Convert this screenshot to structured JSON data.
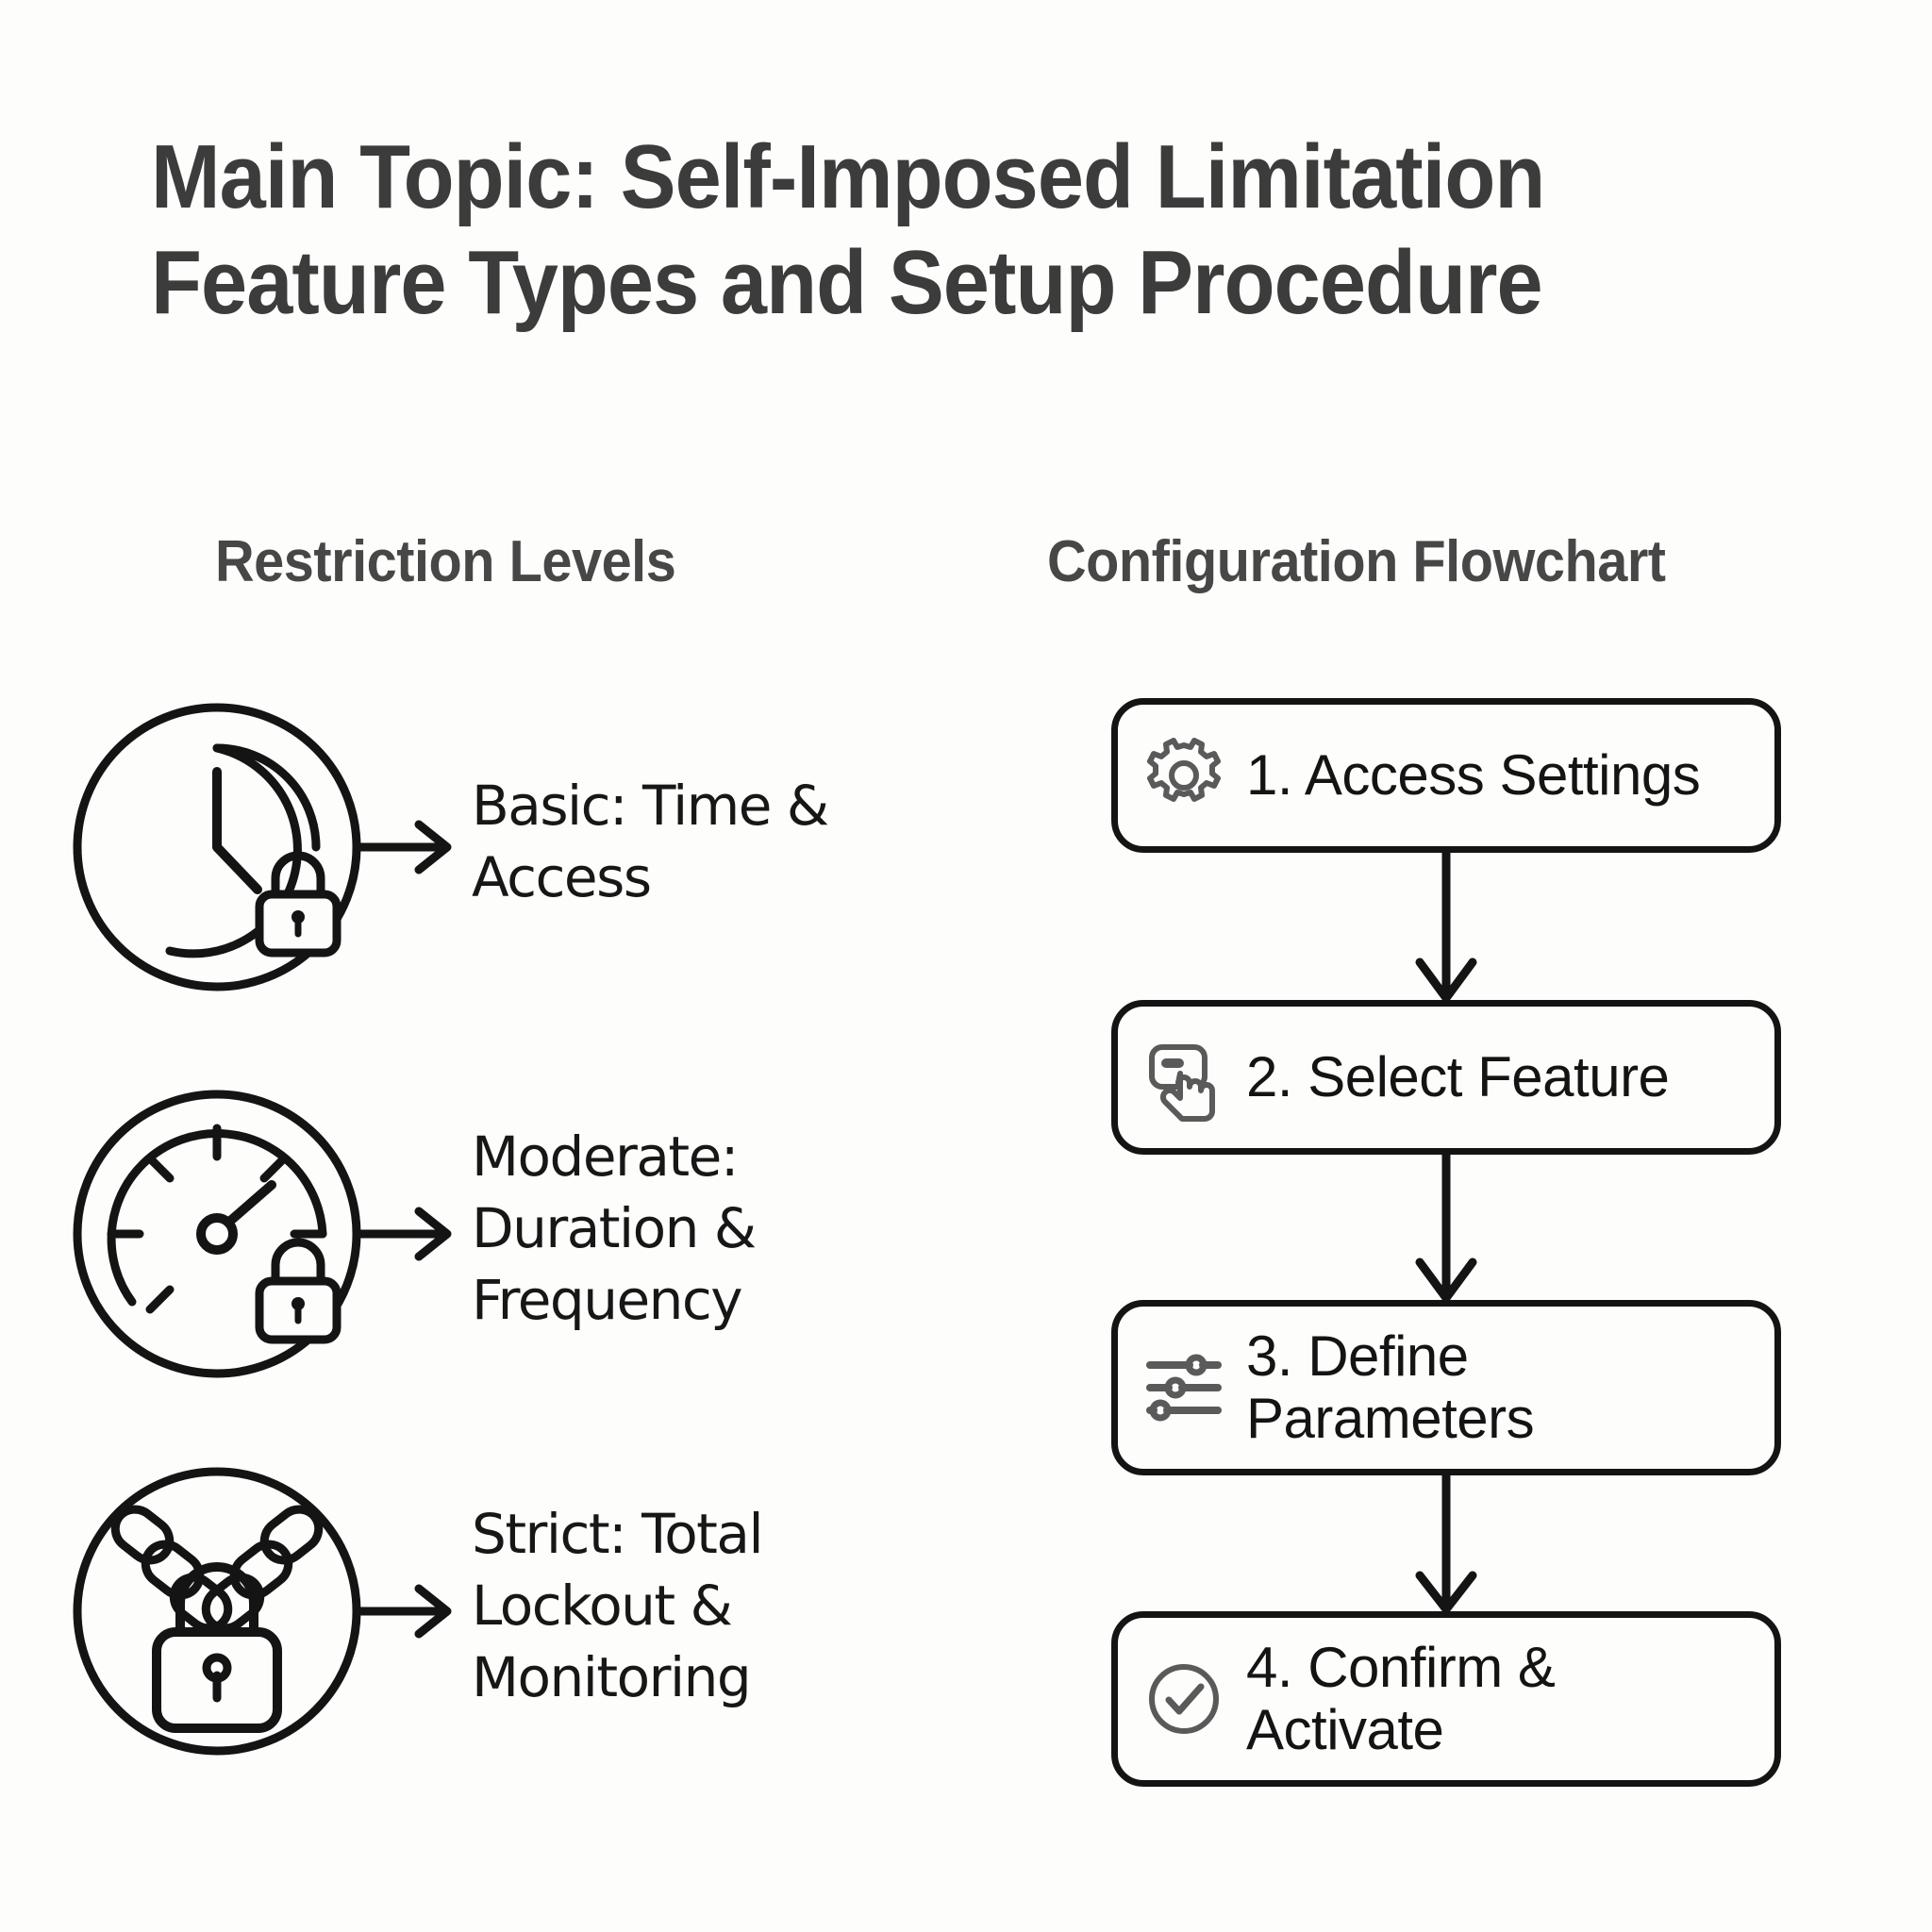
{
  "page": {
    "background_color": "#fdfdfb",
    "title_color": "#3c3c3c",
    "heading_color": "#474747",
    "stroke_color": "#141414",
    "icon_gray": "#5a5a5a"
  },
  "title": {
    "line1": "Main Topic: Self-Imposed Limitation",
    "line2": "Feature Types and Setup Procedure"
  },
  "left_section": {
    "heading": "Restriction Levels",
    "levels": [
      {
        "icon": "clock-lock-icon",
        "label_line1": "Basic: Time &",
        "label_line2": "Access",
        "label_line3": ""
      },
      {
        "icon": "gauge-lock-icon",
        "label_line1": "Moderate:",
        "label_line2": "Duration &",
        "label_line3": "Frequency"
      },
      {
        "icon": "chain-padlock-icon",
        "label_line1": "Strict: Total",
        "label_line2": "Lockout &",
        "label_line3": "Monitoring"
      }
    ]
  },
  "right_section": {
    "heading": "Configuration Flowchart",
    "steps": [
      {
        "icon": "gear-icon",
        "label_line1": "1. Access Settings",
        "label_line2": ""
      },
      {
        "icon": "tap-hand-icon",
        "label_line1": "2. Select Feature",
        "label_line2": ""
      },
      {
        "icon": "sliders-icon",
        "label_line1": "3. Define",
        "label_line2": "Parameters"
      },
      {
        "icon": "check-circle-icon",
        "label_line1": "4. Confirm &",
        "label_line2": "Activate"
      }
    ]
  },
  "chart_data": {
    "type": "diagram",
    "title": "Main Topic: Self-Imposed Limitation Feature Types and Setup Procedure",
    "panels": [
      {
        "name": "Restriction Levels",
        "kind": "icon-list",
        "items": [
          {
            "level": "Basic",
            "detail": "Time & Access",
            "icon": "clock with padlock"
          },
          {
            "level": "Moderate",
            "detail": "Duration & Frequency",
            "icon": "gauge with padlock"
          },
          {
            "level": "Strict",
            "detail": "Total Lockout & Monitoring",
            "icon": "padlock with chains"
          }
        ]
      },
      {
        "name": "Configuration Flowchart",
        "kind": "flowchart",
        "direction": "top-to-bottom",
        "nodes": [
          "1. Access Settings",
          "2. Select Feature",
          "3. Define Parameters",
          "4. Confirm & Activate"
        ],
        "edges": [
          [
            0,
            1
          ],
          [
            1,
            2
          ],
          [
            2,
            3
          ]
        ]
      }
    ]
  }
}
